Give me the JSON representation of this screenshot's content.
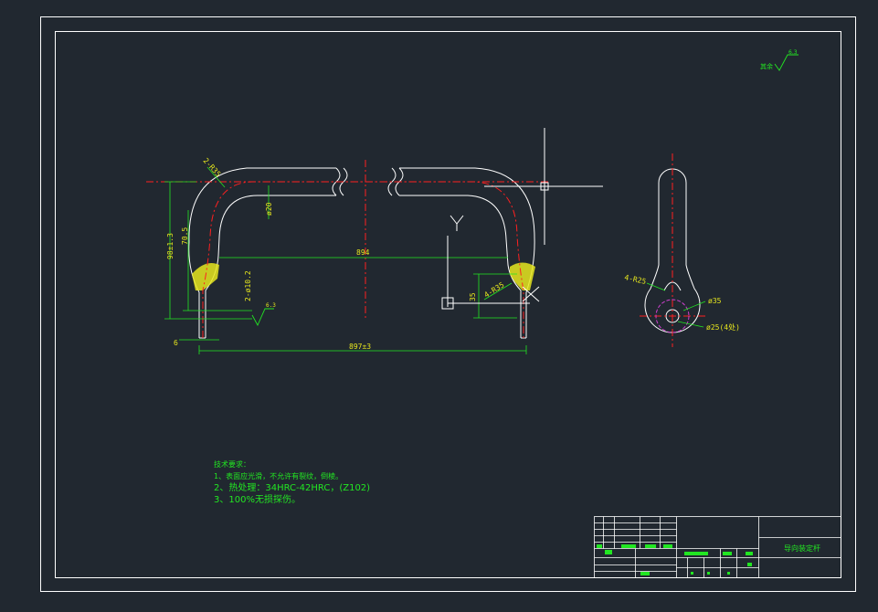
{
  "drawing": {
    "colors": {
      "background": "#212830",
      "outline": "#ffffff",
      "centerline": "#ff2020",
      "dimension": "#e6e61e",
      "text": "#22e622",
      "hatch": "#e6e61e",
      "hidden": "#d040d0"
    },
    "dimensions": {
      "radius_top": "2-R35",
      "dia_20": "ø20",
      "height_98": "98±1.3",
      "height_70": "70.5",
      "length_894": "894",
      "hole": "2-ø10.2",
      "bottom_6": "6",
      "length_897": "897±3",
      "side_35": "35",
      "radius_4": "4-R35",
      "side_r25": "4-R25",
      "side_d35": "ø35",
      "side_d25": "ø25(4处)"
    },
    "axis": {
      "y_label": "Y"
    },
    "roughness": {
      "top_right": "其余",
      "top_value": "6.3",
      "small_value": "6.3"
    },
    "tech_notes": {
      "title": "技术要求：",
      "line1": "1、表面应光滑，不允许有裂纹，倒棱。",
      "line2": "2、热处理：34HRC-42HRC，(Z102)",
      "line3": "3、100%无损探伤。"
    },
    "title_block": {
      "part_name": "导向装定杆"
    }
  }
}
